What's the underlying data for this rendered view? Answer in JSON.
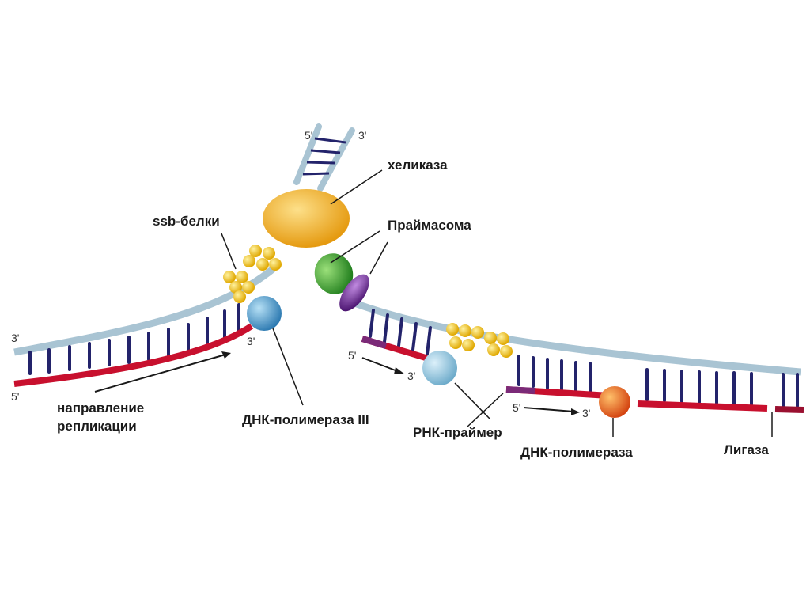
{
  "labels": {
    "helicase": "хеликаза",
    "primasome": "Праймасома",
    "ssb": "ssb-белки",
    "direction_line1": "направление",
    "direction_line2": "репликации",
    "pol3": "ДНК-полимераза III",
    "primer": "РНК-праймер",
    "pol": "ДНК-полимераза",
    "ligase": "Лигаза"
  },
  "strand_ends": {
    "top_left": "5'",
    "top_right": "3'",
    "left_top": "3'",
    "left_bottom": "5'",
    "lead_3": "3'",
    "frag1_5": "5'",
    "frag1_3": "3'",
    "frag2_5": "5'",
    "frag2_3": "3'"
  },
  "colors": {
    "template": "#a9c4d3",
    "new_strand": "#c8102e",
    "rna_primer": "#7b2a78",
    "rung": "#23236b",
    "helicase": "#f0a81e",
    "ssb": "#f2c21a",
    "primasome_green": "#2e9e2a",
    "primasome_purple": "#6a2a8e",
    "pol3": "#3b8fc4",
    "pol_light": "#8ec3dc",
    "dna_pol": "#e0561a"
  }
}
